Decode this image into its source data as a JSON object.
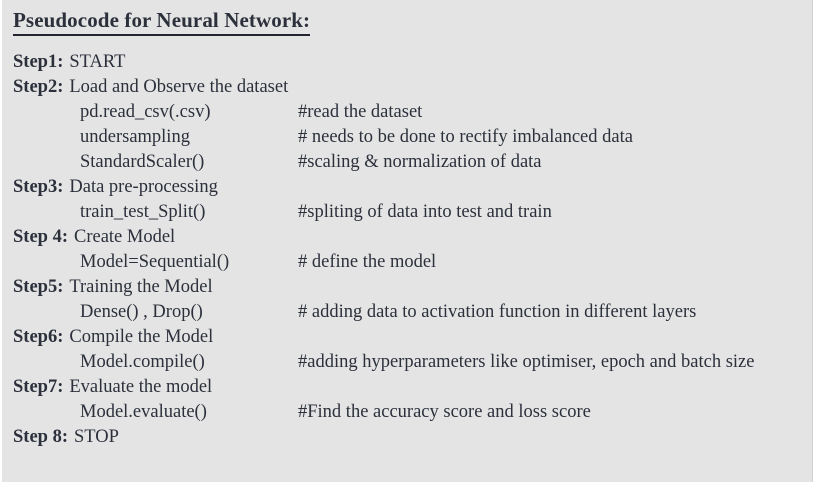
{
  "document": {
    "title": "Pseudocode for Neural Network:",
    "background_color": "#e4e4e4",
    "text_color": "#2b303b",
    "lines": [
      {
        "type": "step",
        "label": "Step1:",
        "text": "START"
      },
      {
        "type": "step",
        "label": "Step2:",
        "text": "Load and Observe the dataset"
      },
      {
        "type": "code",
        "token": "pd.read_csv(.csv)",
        "comment": "#read the dataset"
      },
      {
        "type": "code",
        "token": "undersampling",
        "comment": "# needs to be done to rectify imbalanced data"
      },
      {
        "type": "code",
        "token": "StandardScaler()",
        "comment": "#scaling & normalization of data"
      },
      {
        "type": "step",
        "label": "Step3:",
        "text": "Data pre-processing"
      },
      {
        "type": "code",
        "token": "train_test_Split()",
        "comment": "#spliting of data into test and train"
      },
      {
        "type": "step",
        "label": "Step 4:",
        "text": "Create Model"
      },
      {
        "type": "code",
        "token": "Model=Sequential()",
        "comment": "# define the model"
      },
      {
        "type": "step",
        "label": "Step5:",
        "text": "Training the Model"
      },
      {
        "type": "code",
        "token": "Dense() , Drop()",
        "comment": "# adding data to activation function in different layers"
      },
      {
        "type": "step",
        "label": "Step6:",
        "text": "Compile the Model"
      },
      {
        "type": "code",
        "token": "Model.compile()",
        "comment": "#adding hyperparameters like optimiser, epoch and batch size"
      },
      {
        "type": "step",
        "label": "Step7:",
        "text": "Evaluate the model"
      },
      {
        "type": "code",
        "token": "Model.evaluate()",
        "comment": "#Find the accuracy score and loss score"
      },
      {
        "type": "step",
        "label": "Step 8:",
        "text": "STOP"
      }
    ]
  }
}
